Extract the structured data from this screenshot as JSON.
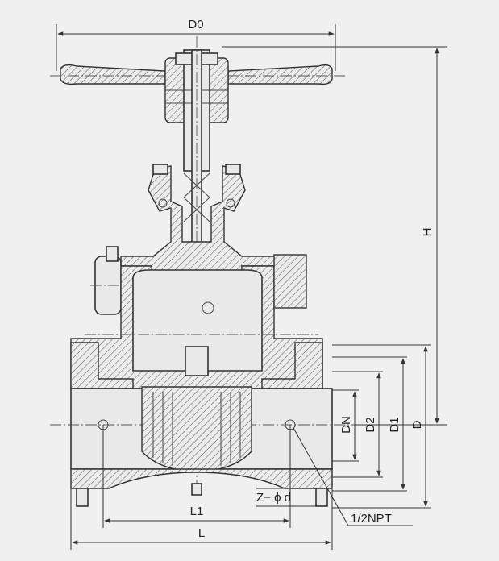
{
  "labels": {
    "d0": "D0",
    "h": "H",
    "dn": "DN",
    "d2": "D2",
    "d1": "D1",
    "d": "D",
    "l1": "L1",
    "l": "L",
    "zd": "Z− ϕ d",
    "npt": "1/2NPT"
  }
}
